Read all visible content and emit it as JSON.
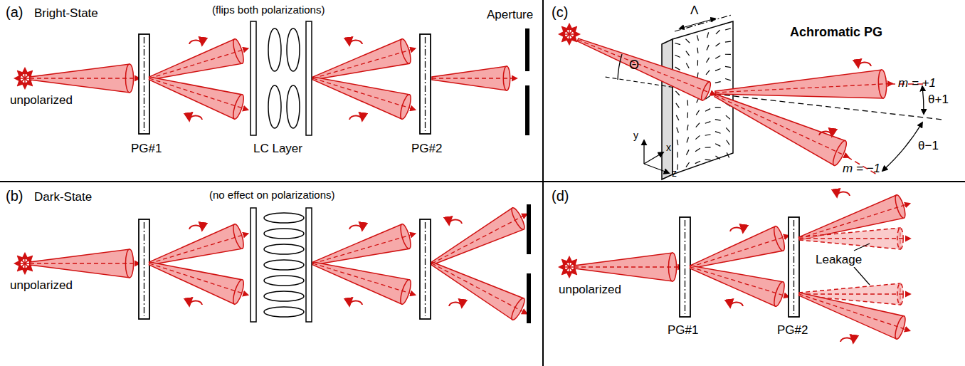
{
  "diagram": {
    "labels": [
      "(a)",
      "Bright-State",
      "(flips both polarizations)",
      "Aperture",
      "unpolarized",
      "PG#1",
      "LC Layer",
      "PG#2",
      "(b)",
      "Dark-State",
      "(no effect on polarizations)",
      "unpolarized",
      "(c)",
      "Θ",
      "Λ",
      "Achromatic PG",
      "m = +1",
      "θ+1",
      "θ−1",
      "m = −1",
      "y",
      "x",
      "z",
      "(d)",
      "unpolarized",
      "PG#1",
      "PG#2",
      "Leakage"
    ]
  }
}
